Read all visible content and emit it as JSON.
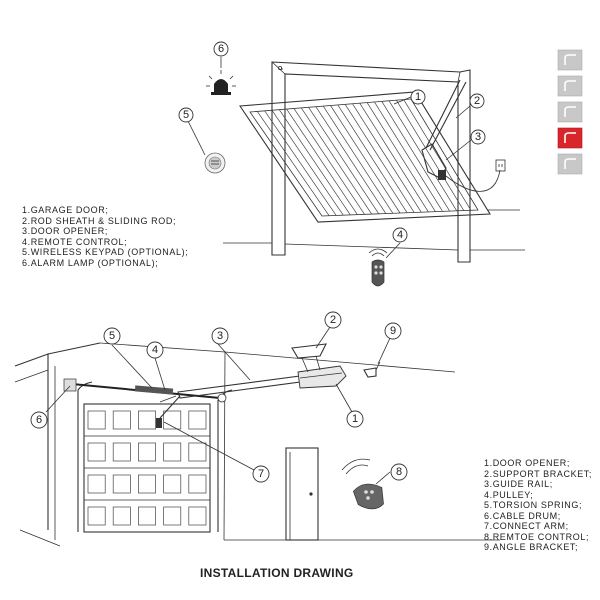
{
  "top_diagram": {
    "callouts": [
      "1",
      "2",
      "3",
      "4",
      "5",
      "6"
    ],
    "legend": [
      "1.GARAGE DOOR;",
      "2.ROD SHEATH & SLIDING ROD;",
      "3.DOOR OPENER;",
      "4.REMOTE CONTROL;",
      "5.WIRELESS KEYPAD (OPTIONAL);",
      "6.ALARM LAMP (OPTIONAL);"
    ]
  },
  "bottom_diagram": {
    "callouts": [
      "1",
      "2",
      "3",
      "4",
      "5",
      "6",
      "7",
      "8",
      "9"
    ],
    "legend": [
      "1.DOOR OPENER;",
      "2.SUPPORT BRACKET;",
      "3.GUIDE RAIL;",
      "4.PULLEY;",
      "5.TORSION SPRING;",
      "6.CABLE DRUM;",
      "7.CONNECT ARM;",
      "8.REMTOE CONTROL;",
      "9.ANGLE BRACKET;"
    ]
  },
  "title": "INSTALLATION DRAWING",
  "side_tabs": {
    "count": 5,
    "active_index": 3,
    "inactive_color": "#c8c8c8",
    "active_color": "#d9262b"
  }
}
